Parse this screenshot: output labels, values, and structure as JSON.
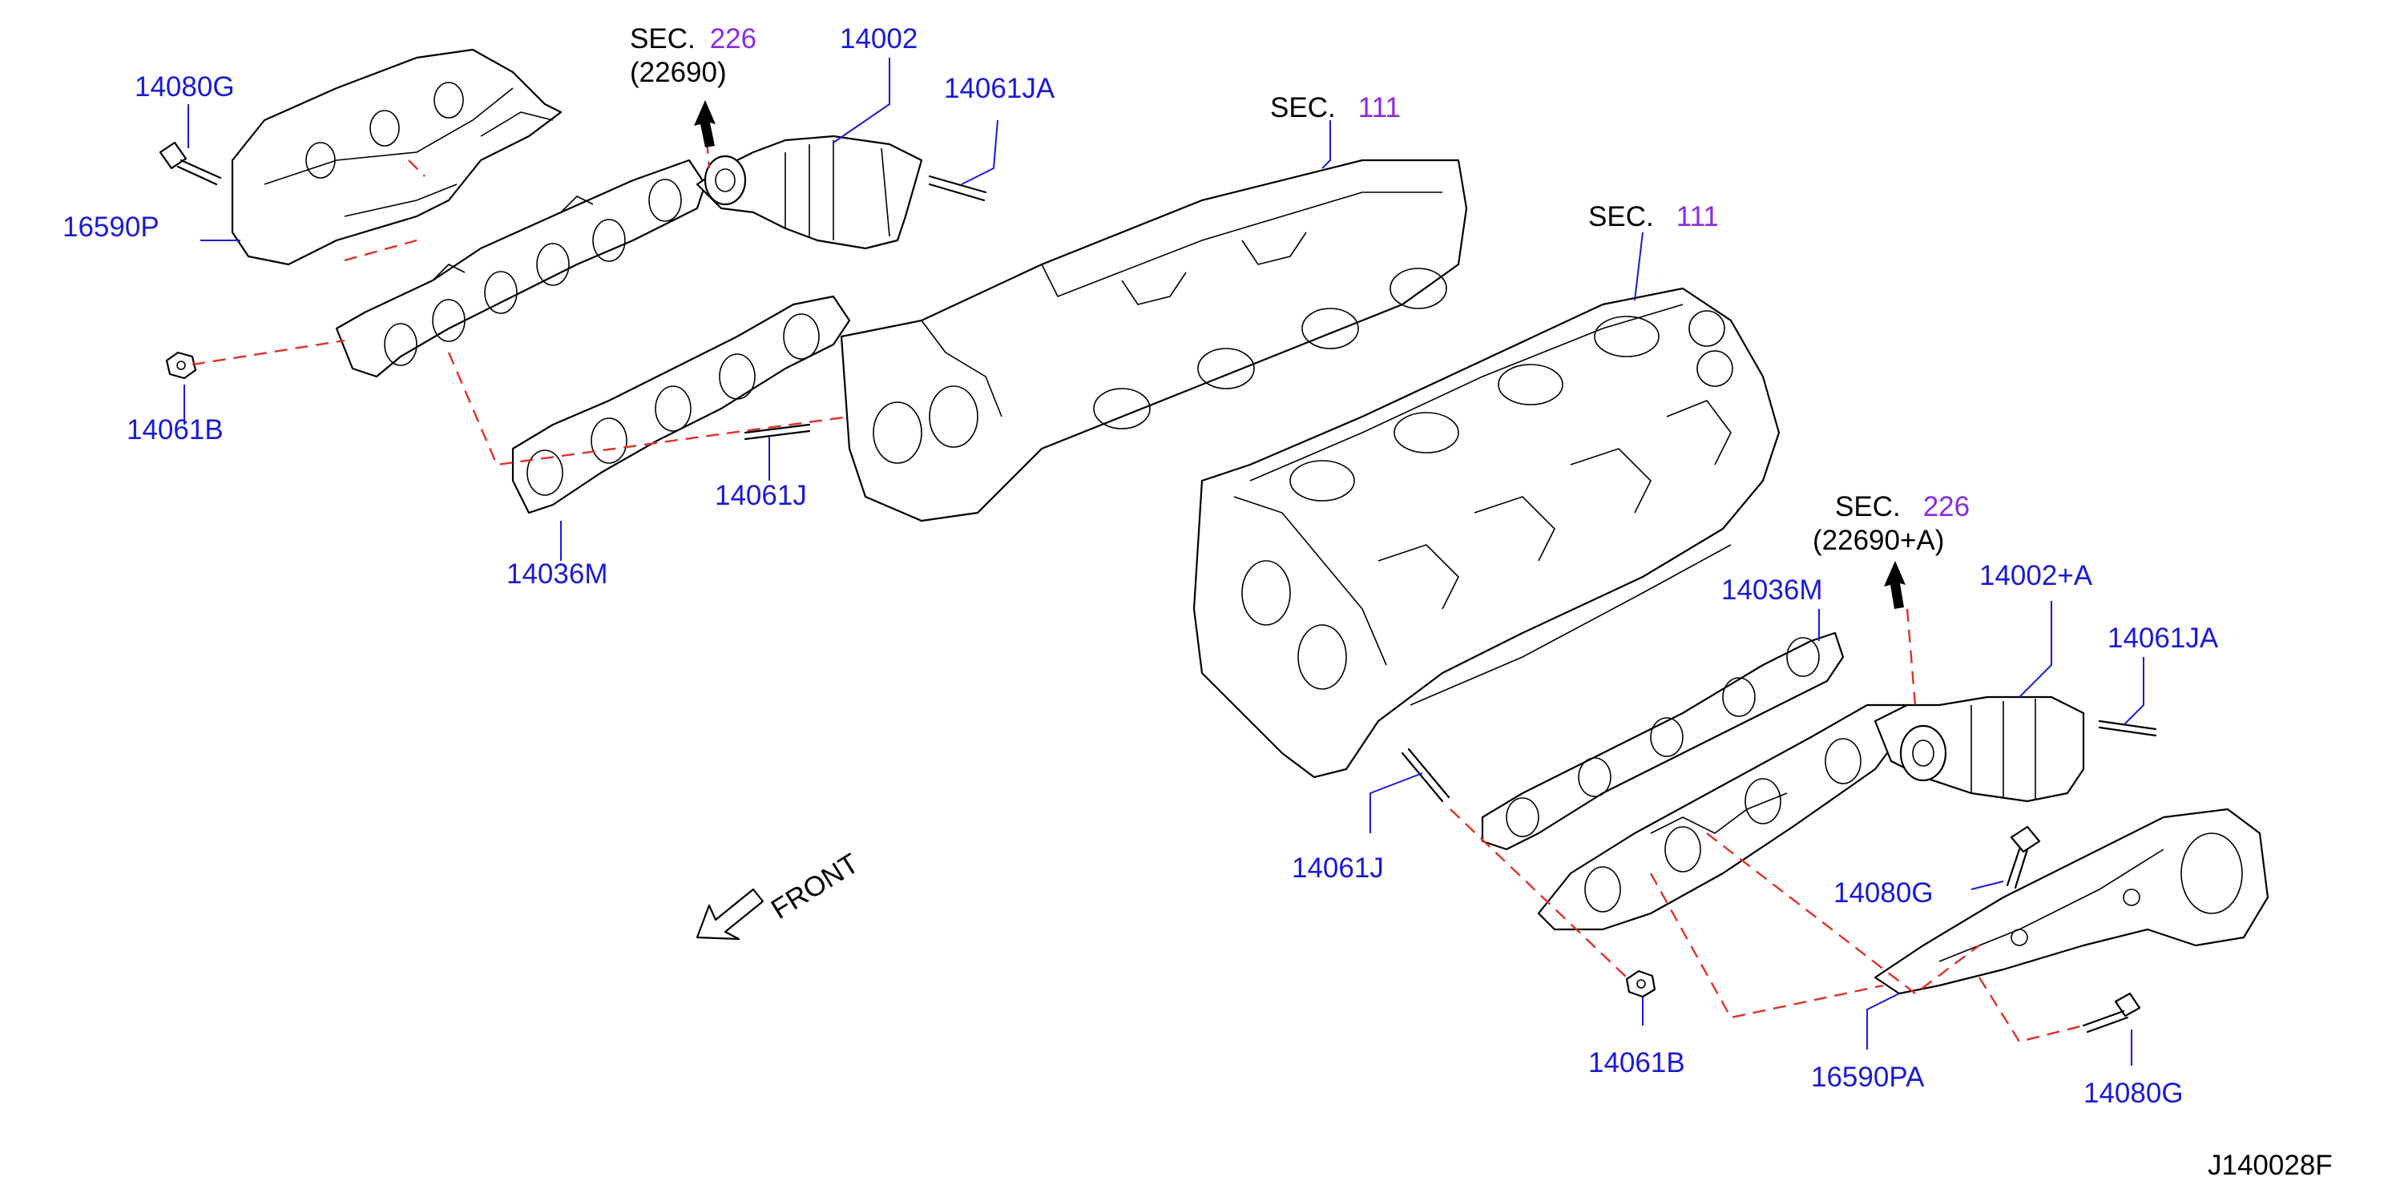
{
  "labels": {
    "p_14080G_a": "14080G",
    "p_16590P": "16590P",
    "p_14061B_a": "14061B",
    "p_14036M_a": "14036M",
    "p_14061J_a": "14061J",
    "p_14002": "14002",
    "p_14061JA_a": "14061JA",
    "p_14036M_b": "14036M",
    "p_14002A": "14002+A",
    "p_14061JA_b": "14061JA",
    "p_14061J_b": "14061J",
    "p_14080G_b": "14080G",
    "p_14061B_b": "14061B",
    "p_16590PA": "16590PA",
    "p_14080G_c": "14080G"
  },
  "sections": {
    "sec_226_a": {
      "prefix": "SEC.",
      "num": "226",
      "sub": "(22690)"
    },
    "sec_111_a": {
      "prefix": "SEC.",
      "num": "111"
    },
    "sec_111_b": {
      "prefix": "SEC.",
      "num": "111"
    },
    "sec_226_b": {
      "prefix": "SEC.",
      "num": "226",
      "sub": "(22690+A)"
    }
  },
  "front_label": "FRONT",
  "diagram_code": "J140028F",
  "colors": {
    "part_number": "#1a1ad6",
    "section_number": "#8a2be2",
    "guide_line": "#e0302a"
  }
}
